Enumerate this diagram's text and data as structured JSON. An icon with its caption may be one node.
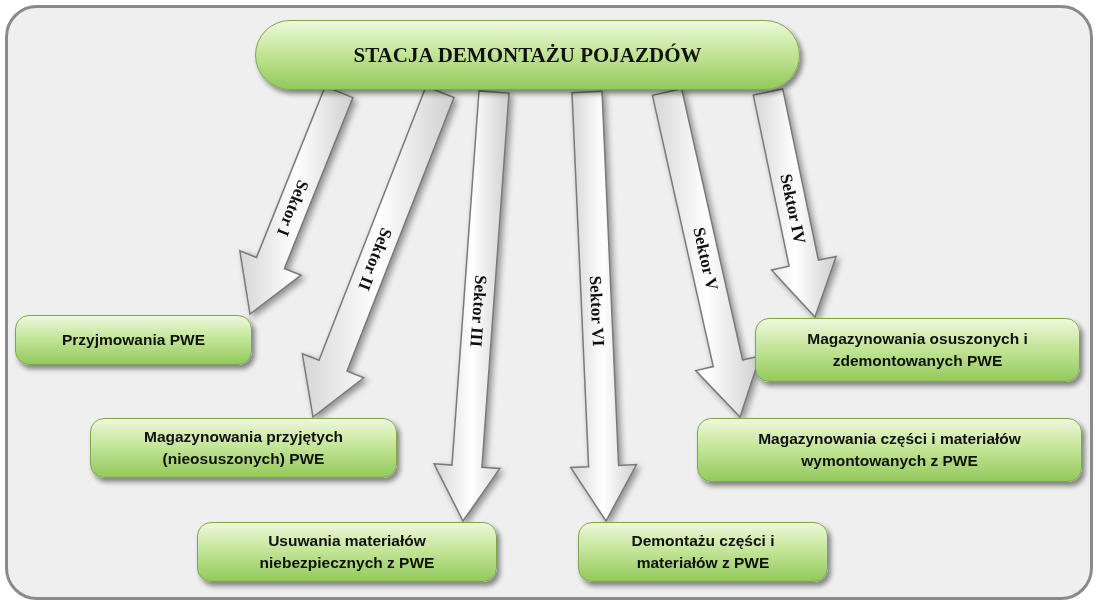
{
  "diagram": {
    "nodes": [
      {
        "text": [
          "STACJA DEMONTAŻU POJAZDÓW"
        ]
      },
      {
        "text": [
          "Przyjmowania PWE"
        ]
      },
      {
        "text": [
          "Magazynowania osuszonych i zdemontowanych PWE"
        ]
      },
      {
        "text": [
          "Magazynowania przyjętych (nieosuszonych) PWE"
        ]
      },
      {
        "text": [
          "Magazynowania części i materiałów wymontowanych z PWE"
        ]
      },
      {
        "text": [
          "Usuwania materiałów niebezpiecznych z PWE"
        ]
      },
      {
        "text": [
          "Demontażu części i materiałów z PWE"
        ]
      }
    ],
    "edges": [
      {
        "from": 0,
        "to": 1,
        "arrow": "to",
        "label": "Sektor I",
        "style": "thick"
      },
      {
        "from": 0,
        "to": 3,
        "arrow": "to",
        "label": "Sektor II",
        "style": "thick"
      },
      {
        "from": 0,
        "to": 5,
        "arrow": "to",
        "label": "Sektor III",
        "style": "thick"
      },
      {
        "from": 0,
        "to": 6,
        "arrow": "to",
        "label": "Sektor VI",
        "style": "thick"
      },
      {
        "from": 0,
        "to": 4,
        "arrow": "to",
        "label": "Sektor V",
        "style": "thick"
      },
      {
        "from": 0,
        "to": 2,
        "arrow": "to",
        "label": "Sektor IV",
        "style": "thick"
      }
    ]
  }
}
